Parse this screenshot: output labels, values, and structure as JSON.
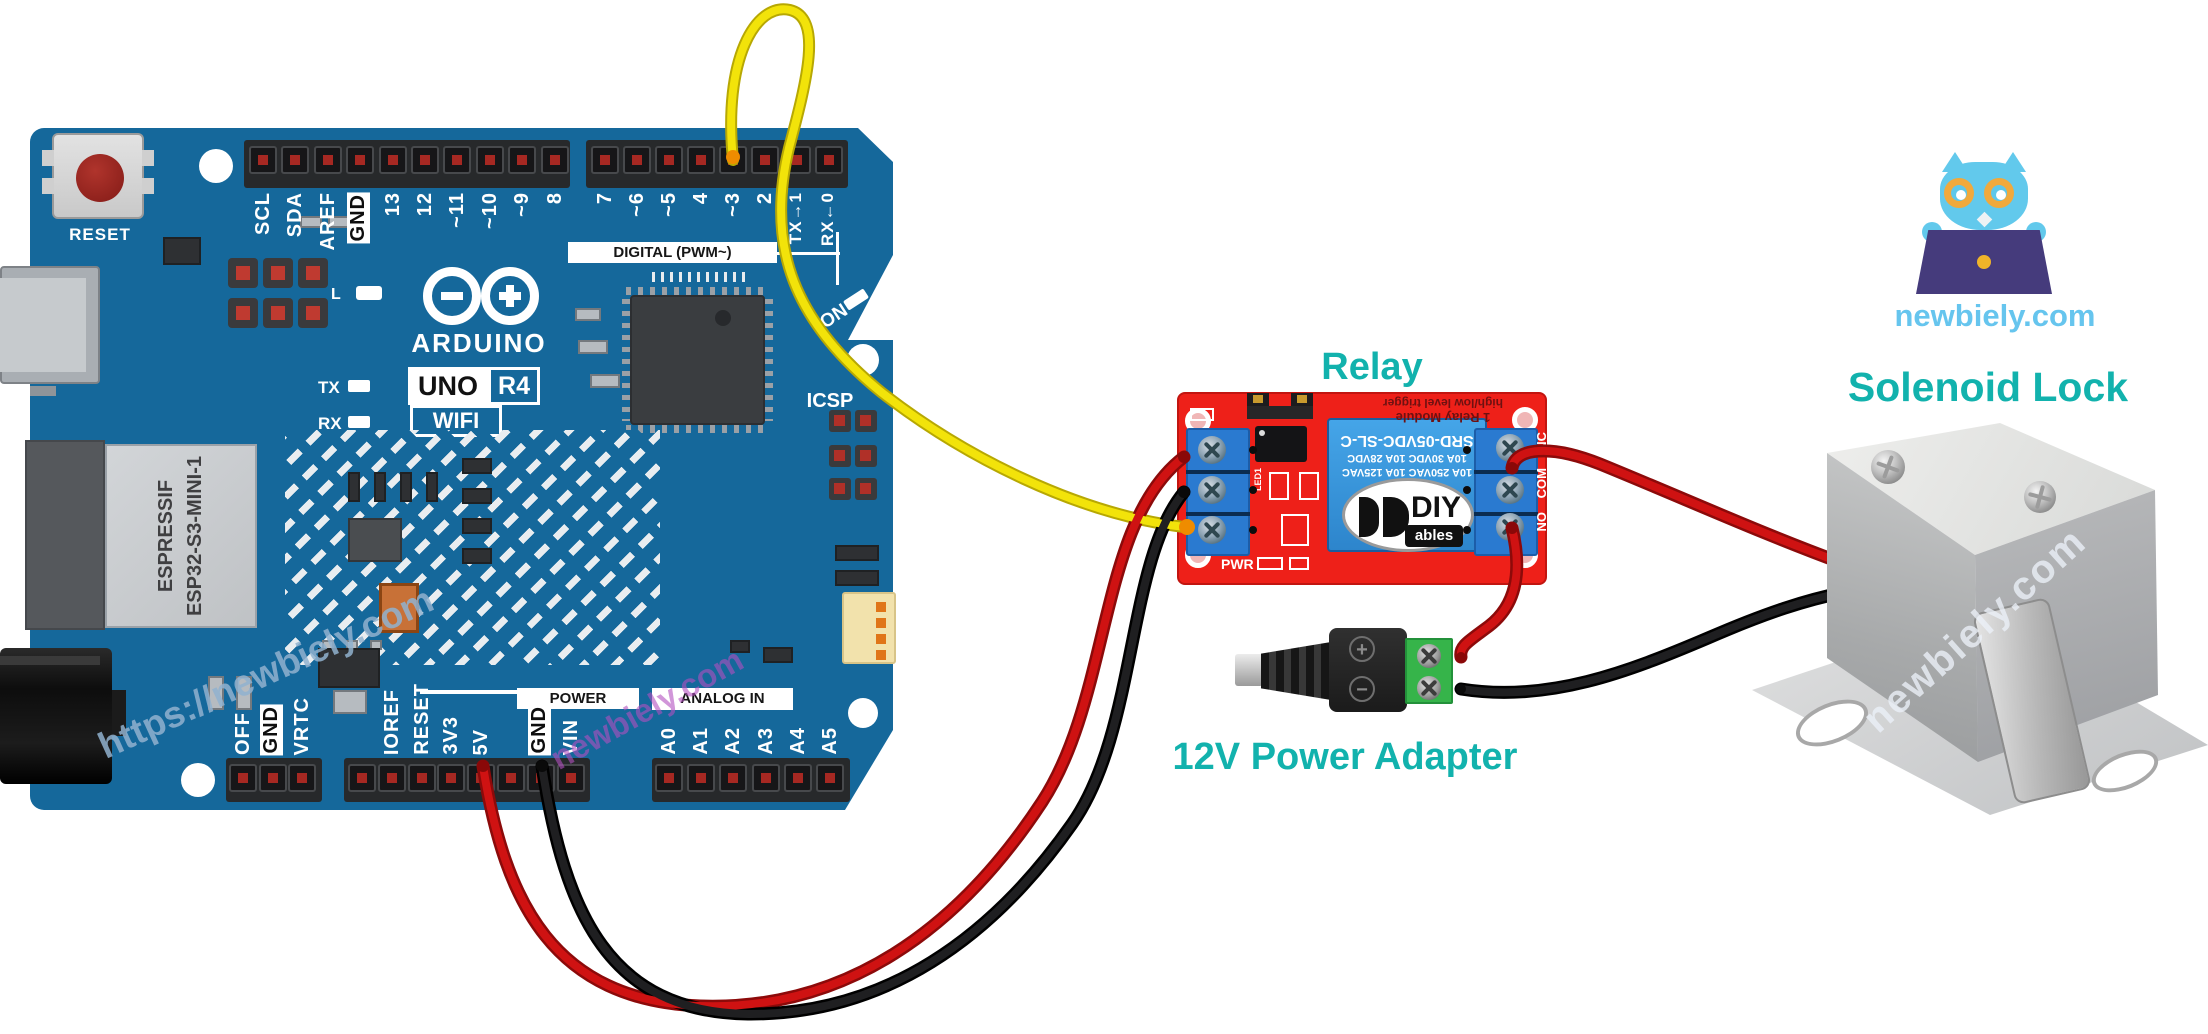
{
  "branding": {
    "site": "newbiely.com",
    "watermark_url": "https://newbiely.com",
    "watermark_site": "newbiely.com"
  },
  "titles": {
    "relay": "Relay",
    "solenoid": "Solenoid Lock",
    "adapter": "12V Power Adapter"
  },
  "colors": {
    "teal": "#12b2ad",
    "board_blue": "#15689b",
    "relay_red": "#ee2019",
    "wire_red": "#cf1212",
    "wire_black": "#1f1f21",
    "wire_yellow": "#f2e30a"
  },
  "arduino": {
    "reset_label": "RESET",
    "brand": "ARDUINO",
    "model_uno": "UNO",
    "model_r4": "R4",
    "model_wifi": "WIFI",
    "tx": "TX",
    "rx": "RX",
    "l": "L",
    "on": "ON",
    "icsp": "ICSP",
    "digital_strip": "DIGITAL (PWM~)",
    "power_strip": "POWER",
    "analog_strip": "ANALOG IN",
    "esp_module": [
      "ESPRESSIF",
      "ESP32-S3-MINI-1"
    ],
    "pin_groups": {
      "top_a": [
        "SCL",
        "SDA",
        "AREF",
        "GND",
        "13",
        "12",
        "~11",
        "~10",
        "~9",
        "8"
      ],
      "top_b": [
        "7",
        "~6",
        "~5",
        "4",
        "~3",
        "2",
        "TX→1",
        "RX←0"
      ],
      "bottom_left": [
        "OFF",
        "GND",
        "VRTC"
      ],
      "bottom_power": [
        "",
        "IOREF",
        "RESET",
        "3V3",
        "5V",
        "",
        "GND",
        "VIN"
      ],
      "bottom_analog": [
        "A0",
        "A1",
        "A2",
        "A3",
        "A4",
        "A5"
      ]
    }
  },
  "relay": {
    "header_line1": "1 Relay Module",
    "header_line2": "high/low level trigger",
    "cube_lines": [
      "SRD-05VDC-SL-C",
      "10A 30VDC 10A 28VDC",
      "10A 250VAC 10A 125VAC"
    ],
    "diy": "DIY",
    "ables": "ables",
    "pwr": "PWR",
    "led1": "LED1",
    "contacts": [
      "NC",
      "COM",
      "NO"
    ]
  },
  "adapter": {
    "plus": "+",
    "minus": "−"
  }
}
